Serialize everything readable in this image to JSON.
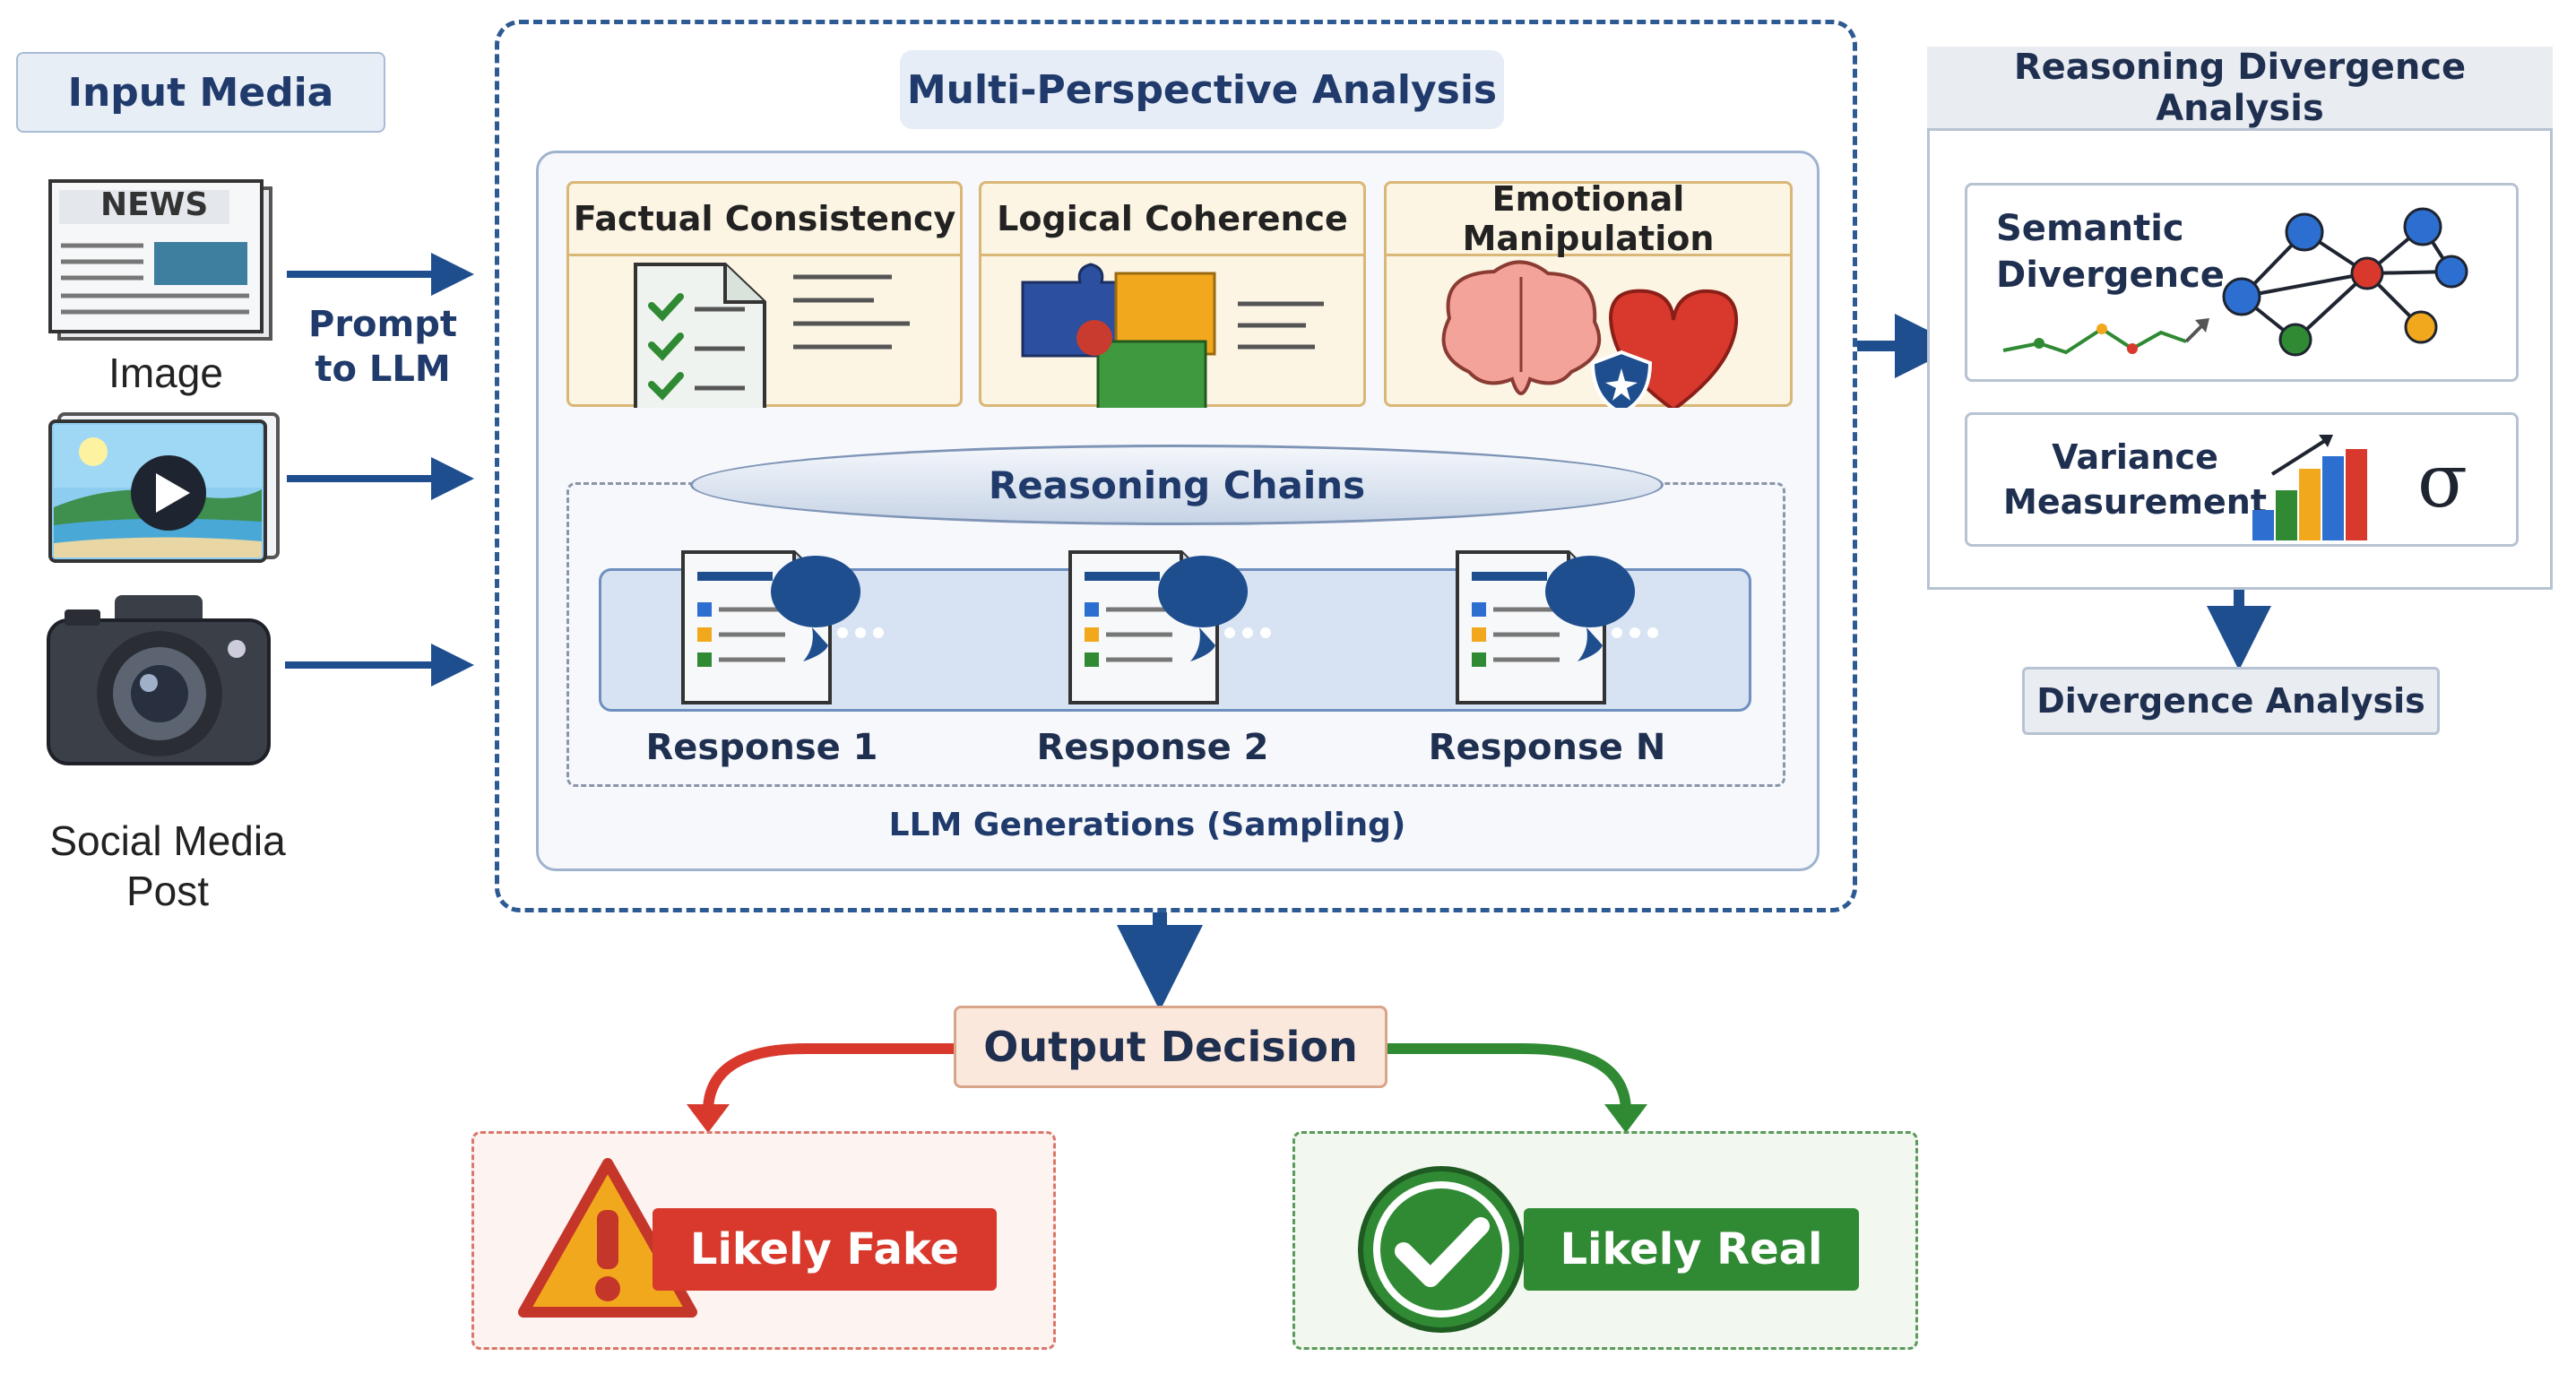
{
  "input": {
    "title": "Input Media",
    "news_icon_text": "NEWS",
    "prompt_label_line1": "Prompt",
    "prompt_label_line2": "to LLM",
    "image_label": "Image",
    "social_label_line1": "Social Media",
    "social_label_line2": "Post"
  },
  "analysis": {
    "title": "Multi-Perspective Analysis",
    "categories": [
      "Factual Consistency",
      "Logical Coherence",
      "Emotional Manipulation"
    ],
    "chains_label": "Reasoning Chains",
    "responses": [
      "Response 1",
      "Response 2",
      "Response N"
    ],
    "sampling_label": "LLM Generations (Sampling)"
  },
  "divergence": {
    "title": "Reasoning Divergence Analysis",
    "semantic_line1": "Semantic",
    "semantic_line2": "Divergence",
    "variance_line1": "Variance",
    "variance_line2": "Measurement",
    "sigma": "σ",
    "result_label": "Divergence Analysis"
  },
  "output": {
    "title": "Output Decision",
    "fake_label": "Likely Fake",
    "real_label": "Likely Real"
  },
  "colors": {
    "navy": "#1f4e8f",
    "red": "#d8392c",
    "green": "#2f8a33"
  }
}
